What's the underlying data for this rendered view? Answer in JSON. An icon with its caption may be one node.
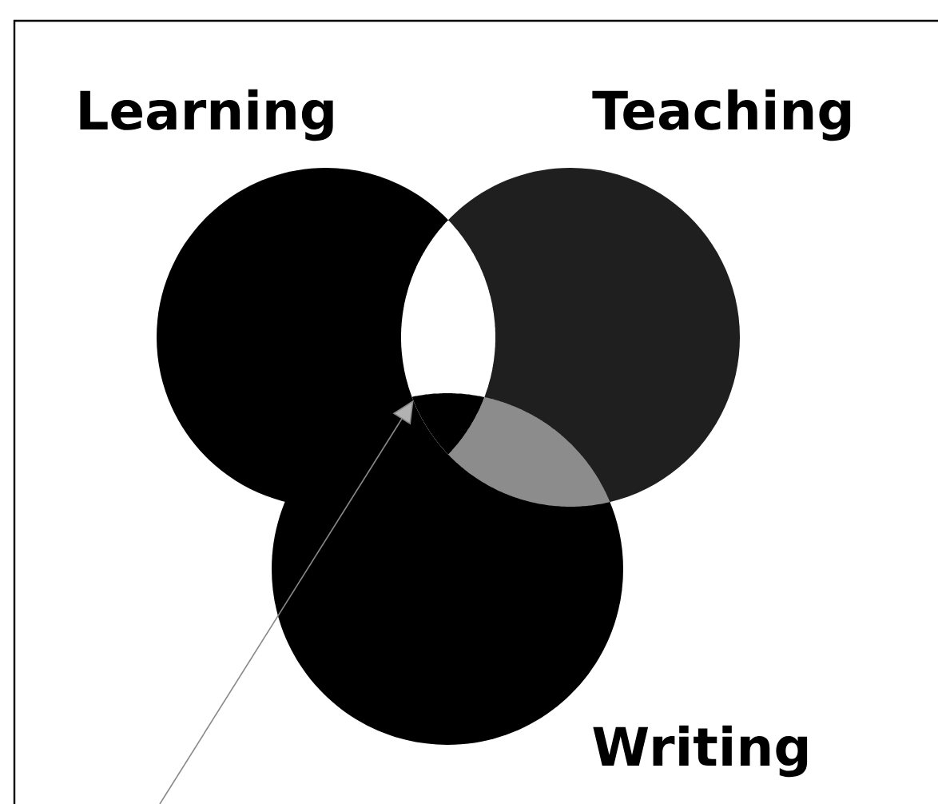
{
  "diagram": {
    "nodes": [
      {
        "text": [
          "Learning"
        ]
      },
      {
        "text": [
          "Teaching"
        ]
      },
      {
        "text": [
          "Writing"
        ]
      },
      {
        "text": [],
        "shape": "lens"
      }
    ],
    "edges": [
      {
        "from": null,
        "to": 3,
        "arrow": "to"
      }
    ]
  }
}
